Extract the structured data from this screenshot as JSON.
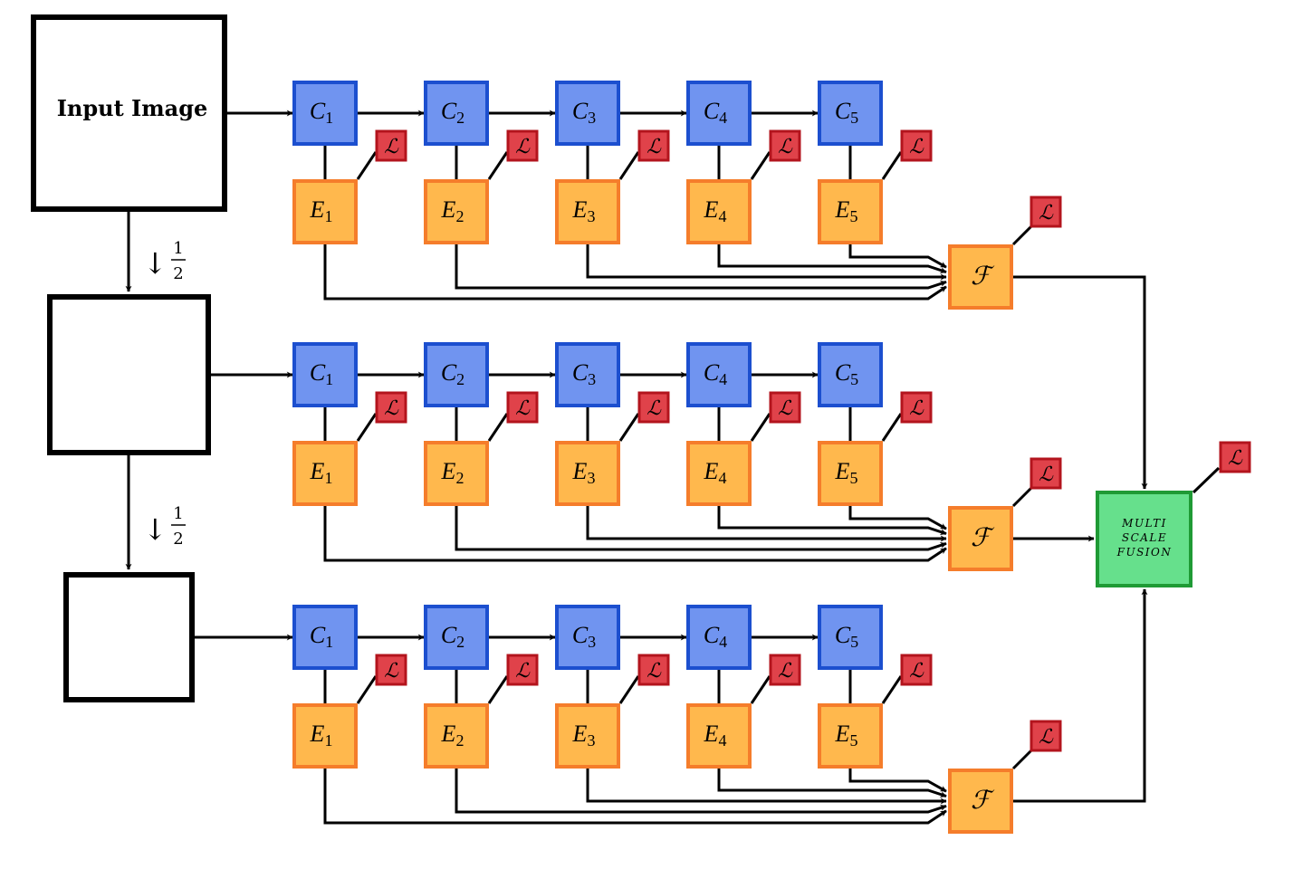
{
  "input_label": "Input Image",
  "downsample": {
    "arrow": "↓",
    "numerator": "1",
    "denominator": "2"
  },
  "conv_symbol": "C",
  "edge_symbol": "E",
  "loss_symbol": "ℒ",
  "fusion_symbol": "ℱ",
  "stage_indices": [
    "1",
    "2",
    "3",
    "4",
    "5"
  ],
  "multi_scale_fusion": [
    "MULTI",
    "SCALE",
    "FUSION"
  ],
  "colors": {
    "conv_fill": "#7094f0",
    "conv_stroke": "#1c4fcf",
    "edge_fill": "#ffb84d",
    "edge_stroke": "#f57d2b",
    "loss_fill": "#e0424a",
    "loss_stroke": "#b3141d",
    "fusion_fill": "#66e08c",
    "fusion_stroke": "#1f9a35"
  },
  "icons": [
    "arrow-right-icon",
    "arrow-down-icon",
    "loss-icon"
  ]
}
